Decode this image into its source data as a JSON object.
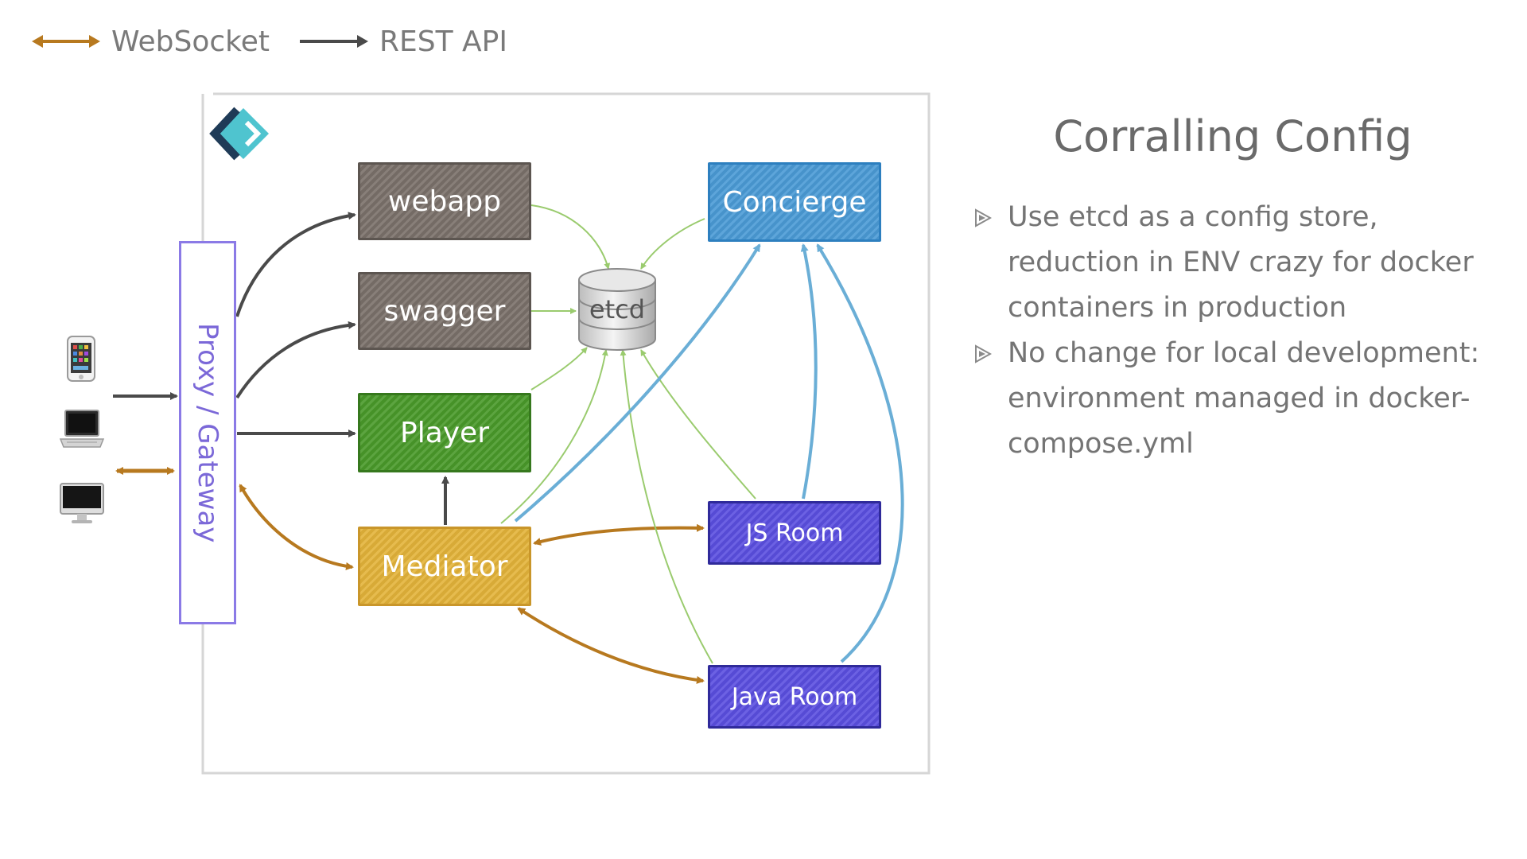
{
  "legend": {
    "websocket_label": "WebSocket",
    "rest_label": "REST API",
    "websocket_color": "#b7791f",
    "rest_color": "#4a4a4a"
  },
  "diagram": {
    "gateway_label": "Proxy / Gateway",
    "nodes": {
      "webapp": "webapp",
      "swagger": "swagger",
      "player": "Player",
      "mediator": "Mediator",
      "concierge": "Concierge",
      "js_room": "JS Room",
      "java_room": "Java Room",
      "etcd": "etcd"
    },
    "devices": [
      "phone-icon",
      "laptop-icon",
      "desktop-icon"
    ],
    "logo": "game-on-logo",
    "colors": {
      "service_gray": "#7a716a",
      "player_green": "#4a9a2a",
      "mediator_yellow": "#e3b33a",
      "concierge_blue": "#4b9bd6",
      "room_purple": "#5b4fe0",
      "etcd_link_green": "#9acb6e",
      "concierge_link_blue": "#6aaed6"
    }
  },
  "slide": {
    "title": "Corralling Config",
    "bullets": [
      "Use etcd as a config store, reduction in ENV crazy for docker containers in production",
      "No change for local development: environment managed in docker-compose.yml"
    ]
  }
}
